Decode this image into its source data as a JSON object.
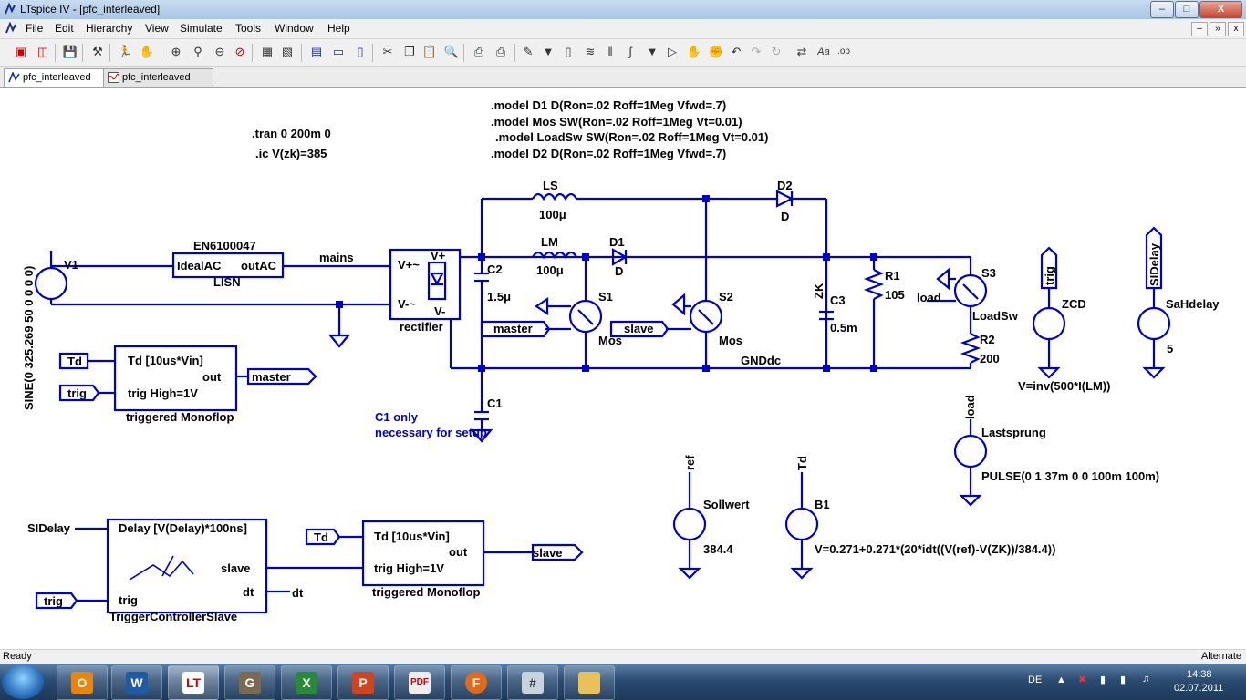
{
  "window": {
    "title": "LTspice IV - [pfc_interleaved]",
    "buttons": [
      "–",
      "□",
      "X"
    ],
    "mdi_buttons": [
      "–",
      "»",
      "x"
    ]
  },
  "menu": [
    "File",
    "Edit",
    "Hierarchy",
    "View",
    "Simulate",
    "Tools",
    "Window",
    "Help"
  ],
  "tabs": [
    {
      "label": "pfc_interleaved",
      "kind": "schematic"
    },
    {
      "label": "pfc_interleaved",
      "kind": "waveform"
    }
  ],
  "schematic": {
    "directives": {
      "tran": ".tran 0 200m 0",
      "ic": ".ic V(zk)=385",
      "model_d1": ".model D1 D(Ron=.02 Roff=1Meg Vfwd=.7)",
      "model_mos": ".model Mos SW(Ron=.02 Roff=1Meg Vt=0.01)",
      "model_loadsw": ".model LoadSw SW(Ron=.02 Roff=1Meg Vt=0.01)",
      "model_d2": ".model D2 D(Ron=.02 Roff=1Meg Vfwd=.7)"
    },
    "comment": {
      "line1": "C1 only",
      "line2": "necessary for setup"
    },
    "v1": {
      "name": "V1",
      "value": "SINE(0 325.269 50 0 0 0 0)"
    },
    "lisn": {
      "name": "EN6100047",
      "in": "IdealAC",
      "out": "outAC",
      "label": "LISN"
    },
    "net_mains": "mains",
    "rectifier": {
      "label": "rectifier",
      "p1": "V+~",
      "p2": "V-~",
      "p3": "V+",
      "p4": "V-"
    },
    "ls": {
      "name": "LS",
      "value": "100μ"
    },
    "lm": {
      "name": "LM",
      "value": "100μ"
    },
    "d1": {
      "name": "D1",
      "model": "D"
    },
    "d2": {
      "name": "D2",
      "model": "D"
    },
    "c1": {
      "name": "C1"
    },
    "c2": {
      "name": "C2",
      "value": "1.5μ"
    },
    "c3": {
      "name": "C3",
      "value": "0.5m",
      "net": "ZK"
    },
    "s1": {
      "name": "S1",
      "model": "Mos"
    },
    "s2": {
      "name": "S2",
      "model": "Mos"
    },
    "s3": {
      "name": "S3",
      "model": "LoadSw"
    },
    "r1": {
      "name": "R1",
      "value": "105"
    },
    "r2": {
      "name": "R2",
      "value": "200"
    },
    "gnd_dc": "GNDdc",
    "zcd": {
      "name": "ZCD",
      "value": "V=inv(500*I(LM))",
      "net": "trig"
    },
    "sahdelay": {
      "name": "SaHdelay",
      "value": "5",
      "net": "SIDelay"
    },
    "lastsprung": {
      "name": "Lastsprung",
      "value": "PULSE(0 1 37m 0 0 100m 100m)",
      "net": "load"
    },
    "sollwert": {
      "name": "Sollwert",
      "value": "384.4",
      "net": "ref"
    },
    "b1": {
      "name": "B1",
      "value": "V=0.271+0.271*(20*idt((V(ref)-V(ZK))/384.4))",
      "net": "Td"
    },
    "monoflop1": {
      "line1": "Td  [10us*Vin]",
      "out": "out",
      "trig": "trig High=1V",
      "label": "triggered Monoflop",
      "in_td": "Td",
      "in_trig": "trig",
      "out_net": "master"
    },
    "monoflop2": {
      "line1": "Td  [10us*Vin]",
      "out": "out",
      "trig": "trig High=1V",
      "label": "triggered Monoflop",
      "in_td": "Td",
      "out_net": "slave"
    },
    "trigctrl": {
      "delay": "Delay  [V(Delay)*100ns]",
      "slave": "slave",
      "dt": "dt",
      "trig": "trig",
      "label": "TriggerControllerSlave",
      "in_delay": "SIDelay",
      "in_trig": "trig",
      "net_dt": "dt"
    },
    "net_master": "master",
    "net_slave": "slave",
    "net_load": "load"
  },
  "status": {
    "left": "Ready",
    "right": "Alternate"
  },
  "taskbar": {
    "lang": "DE",
    "time": "14:38",
    "date": "02.07.2011"
  },
  "colors": {
    "wire": "#0000cc",
    "text": "#000000",
    "comment": "#0000cc"
  }
}
